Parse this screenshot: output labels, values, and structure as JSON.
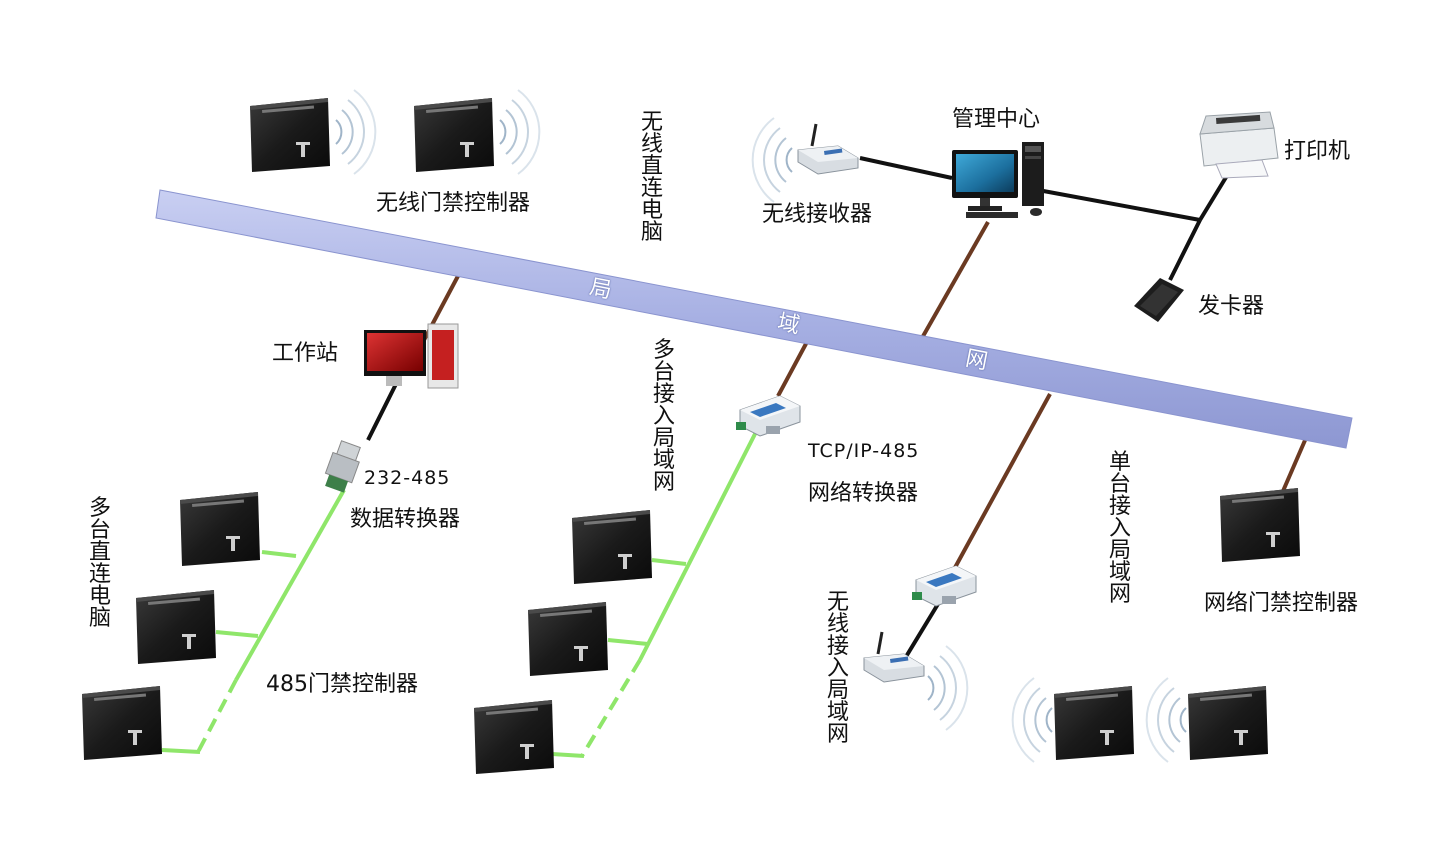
{
  "labels": {
    "wireless_controllers": "无线门禁控制器",
    "wireless_direct_pc": "无线直连电脑",
    "management_center": "管理中心",
    "wireless_receiver": "无线接收器",
    "printer": "打印机",
    "card_issuer": "发卡器",
    "workstation": "工作站",
    "converter_232_485_model": "232-485",
    "data_converter": "数据转换器",
    "multi_direct_pc": "多台直连电脑",
    "controllers_485": "485门禁控制器",
    "multi_lan_access": "多台接入局域网",
    "tcp_ip_485_model": "TCP/IP-485",
    "network_converter": "网络转换器",
    "wireless_lan_access": "无线接入局域网",
    "single_lan_access": "单台接入局域网",
    "network_controller": "网络门禁控制器",
    "lan_char_1": "局",
    "lan_char_2": "域",
    "lan_char_3": "网"
  },
  "device_icons": {
    "controller": "access-controller-icon",
    "computer": "computer-icon",
    "router": "wireless-router-icon",
    "converter": "network-converter-icon",
    "serial_adapter": "serial-adapter-icon",
    "printer": "printer-icon",
    "card_reader": "card-reader-icon"
  },
  "colors": {
    "lan_bus": "#a9b2e4",
    "lan_link": "#6b3a22",
    "rs485_link": "#8fe66a",
    "pc_link": "#111111",
    "device_body": "#1e1e1e"
  }
}
